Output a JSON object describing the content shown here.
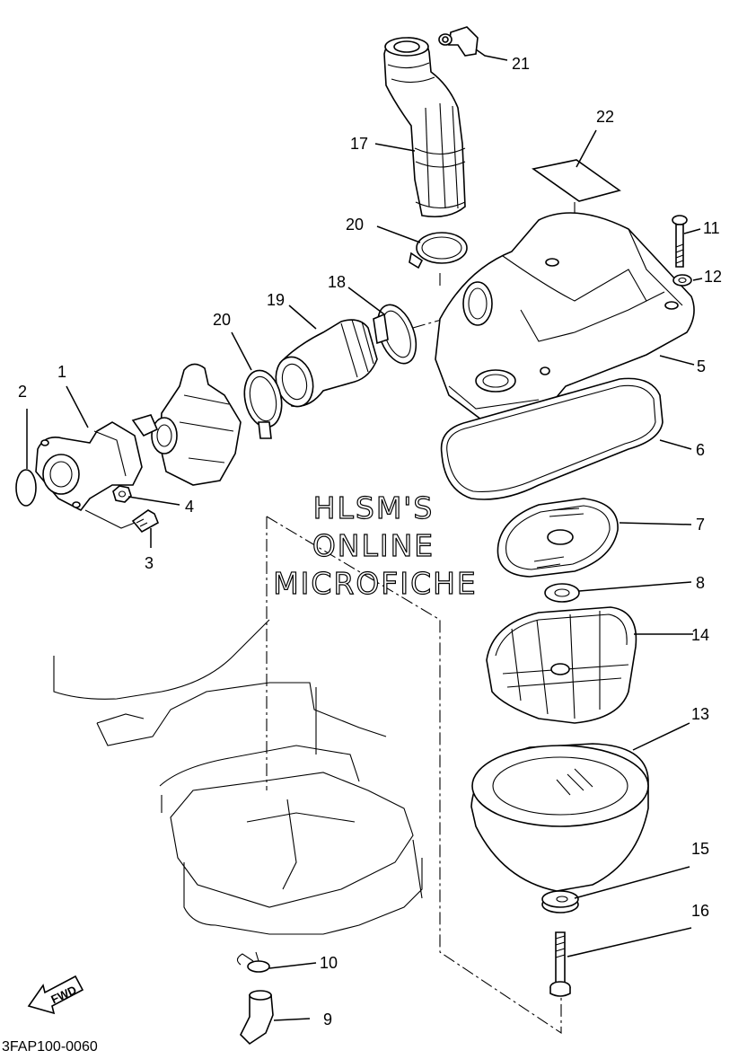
{
  "diagram": {
    "code": "3FAP100-0060",
    "watermark": [
      "HLSM'S",
      "ONLINE",
      "MICROFICHE"
    ],
    "fwd_label": "FWD",
    "callouts": [
      "1",
      "2",
      "3",
      "4",
      "5",
      "6",
      "7",
      "8",
      "9",
      "10",
      "11",
      "12",
      "13",
      "14",
      "15",
      "16",
      "17",
      "18",
      "19",
      "20",
      "20",
      "21",
      "22"
    ]
  }
}
